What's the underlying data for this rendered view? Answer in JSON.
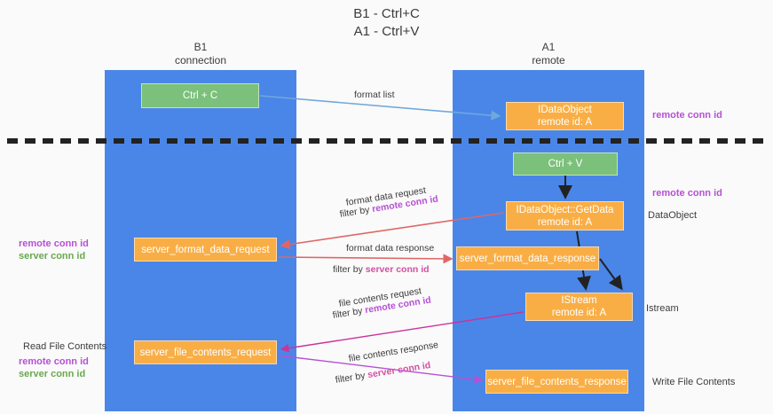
{
  "title": "B1 - Ctrl+C\nA1 - Ctrl+V",
  "lanes": [
    {
      "name": "lane-b1",
      "header": "B1\nconnection"
    },
    {
      "name": "lane-a1",
      "header": "A1\nremote"
    }
  ],
  "nodes": {
    "ctrl_c": {
      "line1": "Ctrl + C",
      "line2": ""
    },
    "idataobject": {
      "line1": "IDataObject",
      "line2": "remote id: A"
    },
    "ctrl_v": {
      "line1": "Ctrl + V",
      "line2": ""
    },
    "getdata": {
      "line1": "IDataObject::GetData",
      "line2": "remote id: A"
    },
    "server_format_data_request": {
      "line1": "server_format_data_request",
      "line2": ""
    },
    "server_format_data_response": {
      "line1": "server_format_data_response",
      "line2": ""
    },
    "istream": {
      "line1": "IStream",
      "line2": "remote id: A"
    },
    "server_file_contents_request": {
      "line1": "server_file_contents_request",
      "line2": ""
    },
    "server_file_contents_response": {
      "line1": "server_file_contents_response",
      "line2": ""
    }
  },
  "edge_labels": {
    "format_list": "format list",
    "format_data_request": "format data request",
    "format_data_request_filter_prefix": "filter by ",
    "format_data_request_filter_key": "remote conn id",
    "format_data_response": "format data response",
    "format_data_response_filter_prefix": "filter by ",
    "format_data_response_filter_key": "server conn id",
    "file_contents_request": "file contents request",
    "file_contents_request_filter_prefix": "filter by ",
    "file_contents_request_filter_key": "remote conn id",
    "file_contents_response": "file contents response",
    "file_contents_response_filter_prefix": "filter by ",
    "file_contents_response_filter_key": "server conn id"
  },
  "annotations": {
    "right_remote_conn_id_top": "remote conn id",
    "right_remote_conn_id_mid": "remote conn id",
    "right_dataobject": "DataObject",
    "right_istream": "Istream",
    "right_write_file_contents": "Write File Contents",
    "left_remote_conn_id_1": "remote conn id",
    "left_server_conn_id_1": "server conn id",
    "left_read_file_contents": "Read File Contents",
    "left_remote_conn_id_2": "remote conn id",
    "left_server_conn_id_2": "server conn id"
  },
  "colors": {
    "lane": "#4a86e8",
    "green_node": "#7bc07b",
    "orange_node": "#f9ae45",
    "arrow_light_blue": "#6fa8dc",
    "arrow_red": "#e06666",
    "arrow_magenta": "#cc3399",
    "arrow_purple": "#b650d6",
    "arrow_black": "#222222",
    "remote_conn_id": "#b650d6",
    "server_conn_id": "#6aa84f",
    "background": "#fafafa"
  }
}
